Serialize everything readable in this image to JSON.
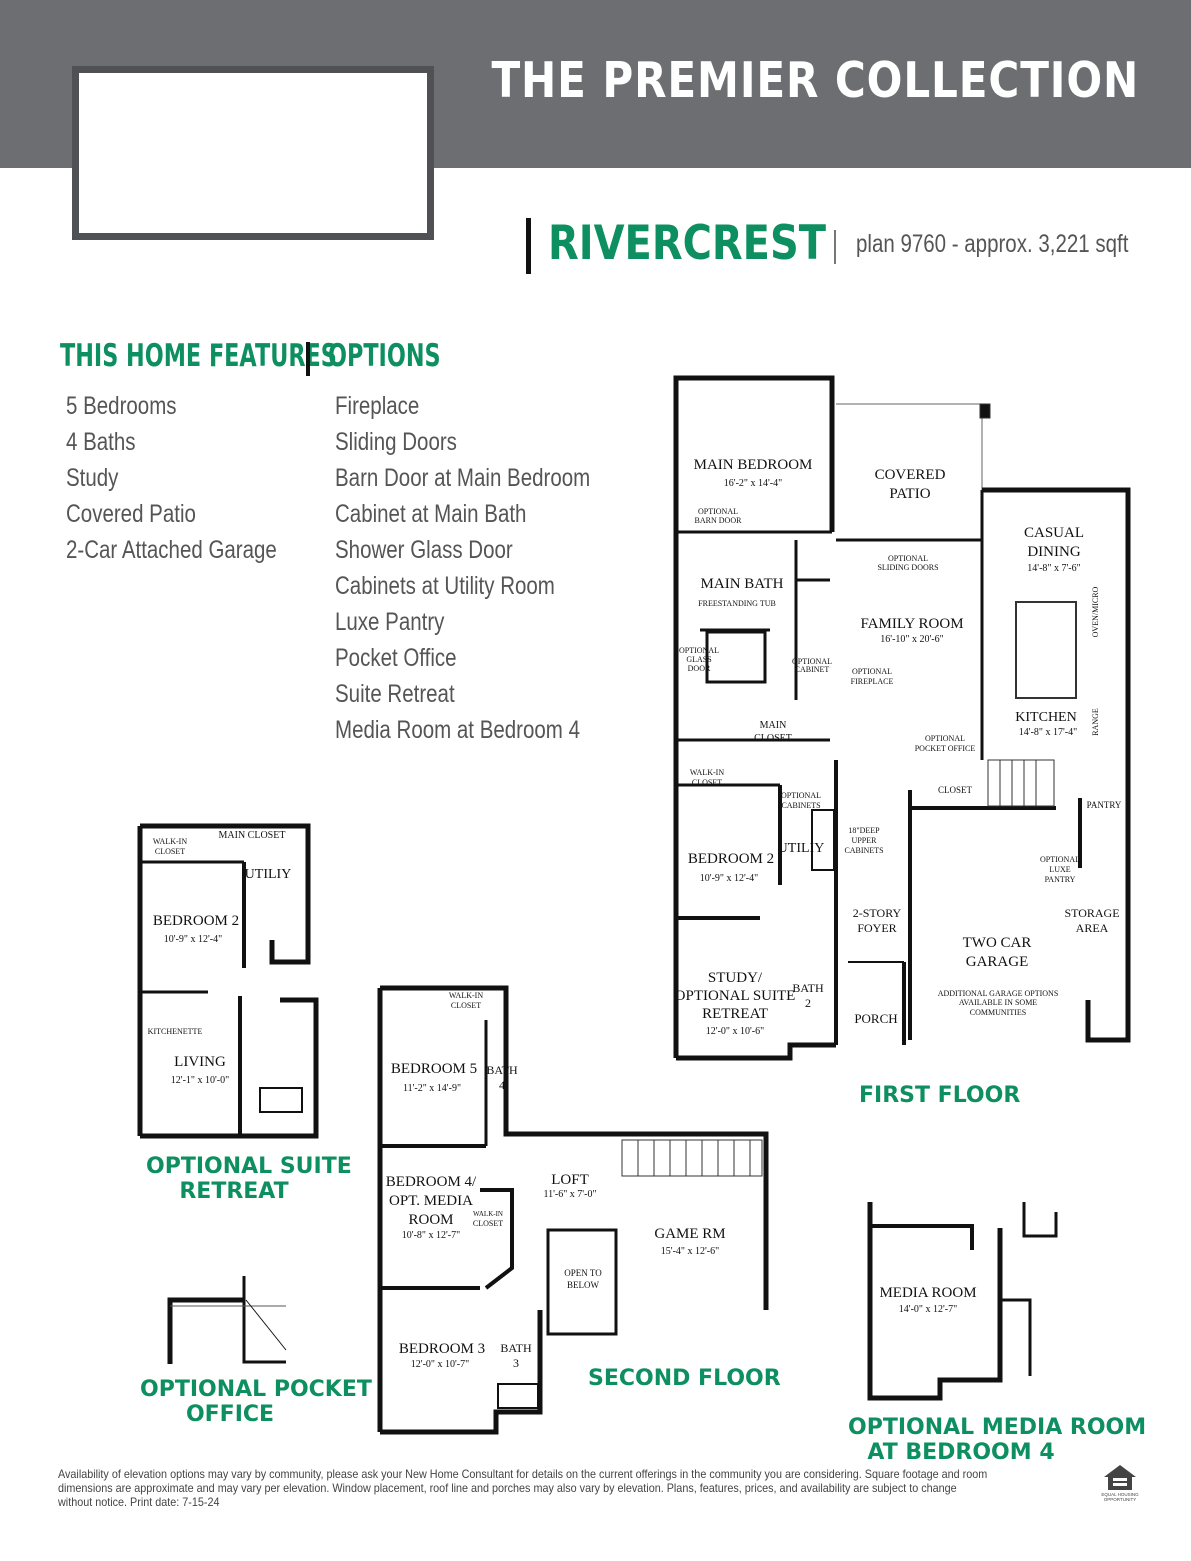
{
  "header": {
    "collection_title": "THE PREMIER COLLECTION",
    "plan_name": "RIVERCREST",
    "plan_meta": "plan 9760  -  approx. 3,221 sqft"
  },
  "features": {
    "heading": "THIS HOME FEATURES",
    "items": [
      "5 Bedrooms",
      "4 Baths",
      "Study",
      "Covered Patio",
      "2-Car Attached Garage"
    ]
  },
  "options": {
    "heading": "OPTIONS",
    "items": [
      "Fireplace",
      "Sliding Doors",
      "Barn Door at Main Bedroom",
      "Cabinet at Main Bath",
      "Shower Glass Door",
      "Cabinets at Utility Room",
      "Luxe Pantry",
      "Pocket Office",
      "Suite Retreat",
      "Media Room at Bedroom 4"
    ]
  },
  "floor_labels": {
    "first_floor": "FIRST FLOOR",
    "second_floor": "SECOND FLOOR",
    "suite_retreat_line1": "OPTIONAL SUITE",
    "suite_retreat_line2": "RETREAT",
    "pocket_office_line1": "OPTIONAL POCKET",
    "pocket_office_line2": "OFFICE",
    "media_room_line1": "OPTIONAL MEDIA ROOM",
    "media_room_line2": "AT BEDROOM 4"
  },
  "first_floor_rooms": {
    "main_bedroom": "MAIN BEDROOM",
    "main_bedroom_dim": "16'-2\" x 14'-4\"",
    "optional_barn_door_1": "OPTIONAL",
    "optional_barn_door_2": "BARN DOOR",
    "covered_patio_1": "COVERED",
    "covered_patio_2": "PATIO",
    "casual_dining_1": "CASUAL",
    "casual_dining_2": "DINING",
    "casual_dining_dim": "14'-8\" x 7'-6\"",
    "optional_sliding_1": "OPTIONAL",
    "optional_sliding_2": "SLIDING DOORS",
    "main_bath": "MAIN BATH",
    "freestanding_tub": "FREESTANDING TUB",
    "family_room": "FAMILY ROOM",
    "family_room_dim": "16'-10\" x 20'-6\"",
    "oven_micro": "OVEN/MICRO",
    "optional_glass_1": "OPTIONAL",
    "optional_glass_2": "GLASS",
    "optional_glass_3": "DOOR",
    "optional_cabinet_1": "OPTIONAL",
    "optional_cabinet_2": "CABINET",
    "optional_fireplace_1": "OPTIONAL",
    "optional_fireplace_2": "FIREPLACE",
    "main_closet_1": "MAIN",
    "main_closet_2": "CLOSET",
    "kitchen": "KITCHEN",
    "kitchen_dim": "14'-8\" x 17'-4\"",
    "range": "RANGE",
    "optional_pocket_office_1": "OPTIONAL",
    "optional_pocket_office_2": "POCKET OFFICE",
    "walkin_closet_1": "WALK-IN",
    "walkin_closet_2": "CLOSET",
    "closet": "CLOSET",
    "optional_cabinets_1": "OPTIONAL",
    "optional_cabinets_2": "CABINETS",
    "pantry": "PANTRY",
    "bedroom2": "BEDROOM 2",
    "bedroom2_dim": "10'-9\" x 12'-4\"",
    "utility": "UTILIY",
    "upper_cab_1": "18\"DEEP",
    "upper_cab_2": "UPPER",
    "upper_cab_3": "CABINETS",
    "luxe_pantry_1": "OPTIONAL",
    "luxe_pantry_2": "LUXE",
    "luxe_pantry_3": "PANTRY",
    "foyer_1": "2-STORY",
    "foyer_2": "FOYER",
    "storage_1": "STORAGE",
    "storage_2": "AREA",
    "garage_1": "TWO CAR",
    "garage_2": "GARAGE",
    "garage_note_1": "ADDITIONAL GARAGE OPTIONS",
    "garage_note_2": "AVAILABLE IN SOME",
    "garage_note_3": "COMMUNITIES",
    "study_1": "STUDY/",
    "study_2": "OPTIONAL SUITE",
    "study_3": "RETREAT",
    "study_dim": "12'-0\" x 10'-6\"",
    "bath2_1": "BATH",
    "bath2_2": "2",
    "porch": "PORCH"
  },
  "suite_rooms": {
    "walkin_1": "WALK-IN",
    "walkin_2": "CLOSET",
    "main_closet": "MAIN CLOSET",
    "utility": "UTILIY",
    "bedroom2": "BEDROOM 2",
    "bedroom2_dim": "10'-9\" x 12'-4\"",
    "kitchenette": "KITCHENETTE",
    "living": "LIVING",
    "living_dim": "12'-1\" x 10'-0\""
  },
  "second_floor_rooms": {
    "walkin_1": "WALK-IN",
    "walkin_2": "CLOSET",
    "bedroom5": "BEDROOM 5",
    "bedroom5_dim": "11'-2\" x 14'-9\"",
    "bath4_1": "BATH",
    "bath4_2": "4",
    "bedroom4_1": "BEDROOM 4/",
    "bedroom4_2": "OPT. MEDIA",
    "bedroom4_3": "ROOM",
    "bedroom4_dim": "10'-8\" x 12'-7\"",
    "walkin2_1": "WALK-IN",
    "walkin2_2": "CLOSET",
    "loft": "LOFT",
    "loft_dim": "11'-6\" x 7'-0\"",
    "game_rm": "GAME RM",
    "game_rm_dim": "15'-4\" x 12'-6\"",
    "open_below_1": "OPEN TO",
    "open_below_2": "BELOW",
    "bedroom3": "BEDROOM 3",
    "bedroom3_dim": "12'-0\" x 10'-7\"",
    "bath3_1": "BATH",
    "bath3_2": "3"
  },
  "media_rooms": {
    "media_room": "MEDIA ROOM",
    "media_room_dim": "14'-0\" x 12'-7\""
  },
  "footer": {
    "disclaimer": "Availability of elevation options may vary by community, please ask your New Home Consultant for details on the current offerings in the community you are considering. Square footage and room dimensions are approximate and may vary per elevation. Window placement, roof line and porches may also vary by elevation. Plans, features, prices, and availability are subject to change without notice. Print date: 7-15-24",
    "eho_1": "EQUAL HOUSING",
    "eho_2": "OPPORTUNITY"
  },
  "colors": {
    "banner": "#6d6e71",
    "accent_green": "#0e8f61",
    "logo_border": "#4f5154"
  }
}
